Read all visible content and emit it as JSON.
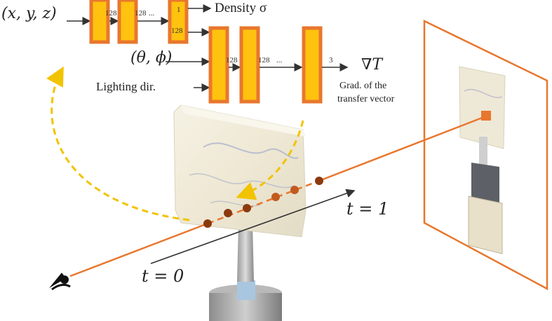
{
  "network": {
    "input_xyz": "(x, y, z)",
    "input_dir": "(θ, ϕ)",
    "input_light": "Lighting dir.",
    "output_density": "Density σ",
    "output_grad": "∇T",
    "output_grad_caption_line1": "Grad. of the",
    "output_grad_caption_line2": "transfer vector",
    "layer_width": "128",
    "density_dim": "1",
    "grad_dim": "3",
    "ellipsis": "..."
  },
  "ray": {
    "t0_label": "t = 0",
    "t1_label": "t = 1"
  },
  "colors": {
    "layer_fill": "#FFC20E",
    "layer_border": "#E8772E",
    "ray": "#E8772E",
    "sample_point": "#8B3A0E",
    "arrow_dashed": "#F2C300",
    "image_plane": "#E8772E"
  },
  "icons": {
    "camera": "eye-icon"
  }
}
